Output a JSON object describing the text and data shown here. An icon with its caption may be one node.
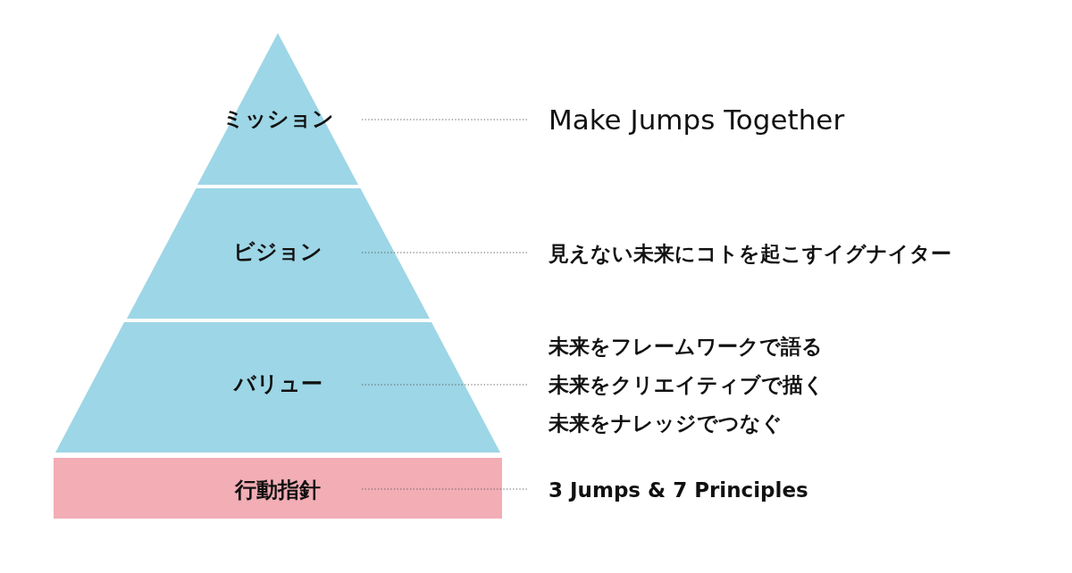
{
  "diagram": {
    "nodes": [
      {
        "text": [
          "ミッション"
        ]
      },
      {
        "text": [
          "ビジョン"
        ]
      },
      {
        "text": [
          "バリュー"
        ]
      },
      {
        "text": [
          "行動指針"
        ]
      },
      {
        "text": [
          "Make Jumps Together"
        ]
      },
      {
        "text": [
          "見えない未来にコトを起こすイグナイター"
        ]
      },
      {
        "text": [
          "未来をフレームワークで語る",
          "未来をクリエイティブで描く",
          "未来をナレッジでつなぐ"
        ]
      },
      {
        "text": [
          "3 Jumps & 7 Principles"
        ]
      }
    ],
    "edges": [
      {
        "from": 0,
        "to": 4,
        "arrow": "none",
        "style": "dashed"
      },
      {
        "from": 1,
        "to": 5,
        "arrow": "none",
        "style": "dashed"
      },
      {
        "from": 2,
        "to": 6,
        "arrow": "none",
        "style": "dashed"
      },
      {
        "from": 3,
        "to": 7,
        "arrow": "none",
        "style": "dashed"
      }
    ]
  }
}
